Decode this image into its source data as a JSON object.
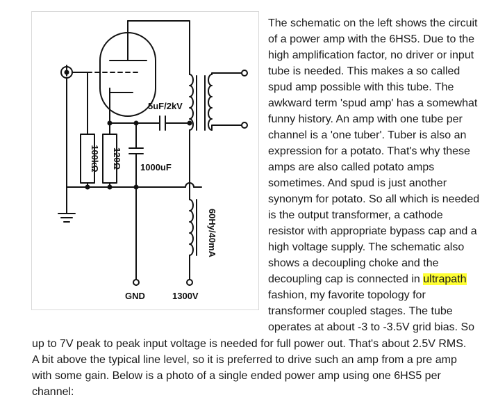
{
  "schematic": {
    "labels": {
      "coupling_cap": "5uF/2kV",
      "bypass_cap": "1000uF",
      "grid_resistor": "100kΩ",
      "cathode_resistor": "120Ω",
      "choke": "60Hy/40mA",
      "gnd_terminal": "GND",
      "hv_terminal": "1300V"
    }
  },
  "article": {
    "side_lines": [
      "The schematic on the left shows the circuit",
      "of a power amp with the 6HS5. Due to the",
      "high amplification factor, no driver or input",
      "tube is needed. This makes a so called",
      "spud amp possible with this tube. The",
      "awkward term 'spud amp' has a somewhat",
      "funny history. An amp with one tube per",
      "channel is a 'one tuber'. Tuber is also an",
      "expression for a potato. That's why these",
      "amps are also called potato amps",
      "sometimes. And spud is just another",
      "synonym for potato. So all which is needed",
      "is the output transformer, a cathode",
      "resistor with appropriate bypass cap and a",
      "high voltage supply. The schematic also",
      "shows a decoupling choke and the"
    ],
    "highlight_line": {
      "before": "decoupling cap is connected in ",
      "highlight": "ultrapath"
    },
    "side_lines_after": [
      "fashion, my favorite topology for",
      "transformer coupled stages. The tube",
      "operates at about -3 to -3.5V grid bias. So"
    ],
    "bottom_lines": [
      "up to 7V peak to peak input voltage is needed for full power out. That's about 2.5V RMS.",
      "A bit above the typical line level, so it is preferred to drive such an amp from a pre amp",
      "with some gain. Below is a photo of a single ended power amp using one 6HS5 per",
      "channel:"
    ],
    "highlight_color": "#ffff33"
  }
}
